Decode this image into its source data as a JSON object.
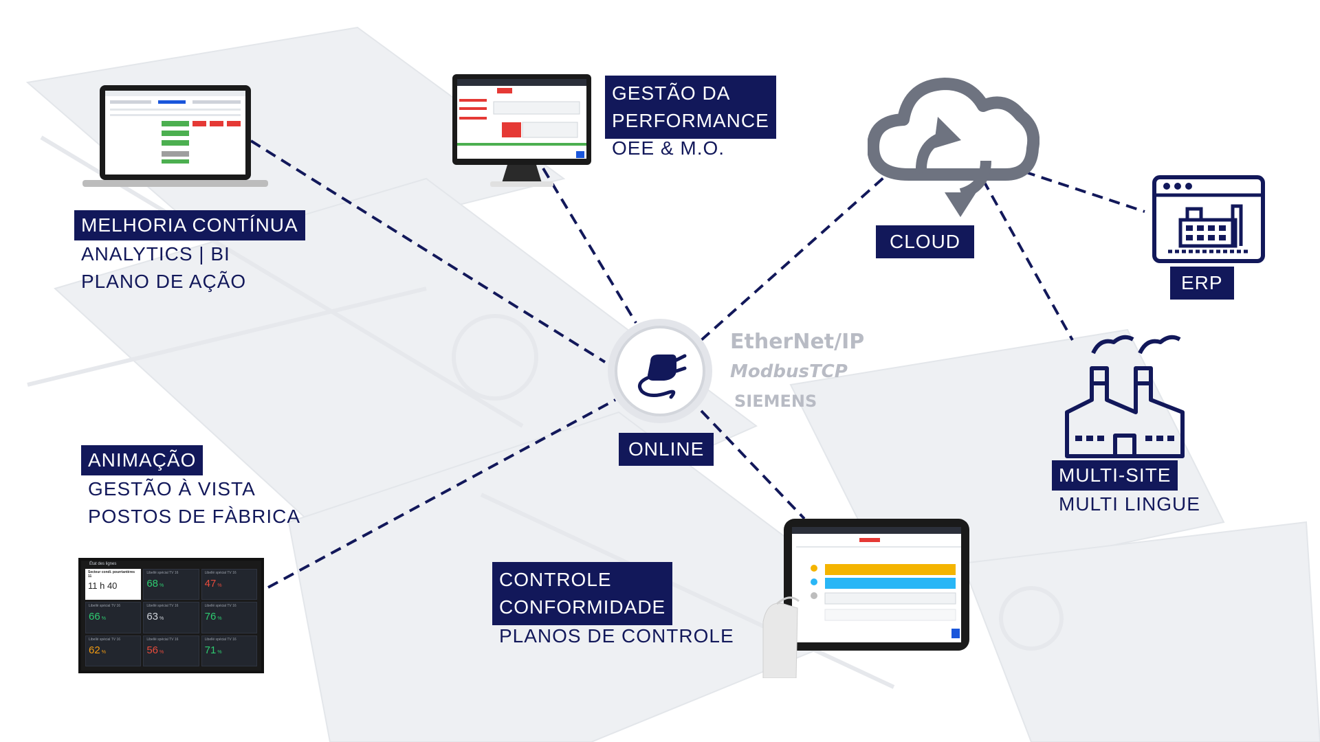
{
  "hub": {
    "label": "ONLINE",
    "icon": "plug-icon"
  },
  "protocols": [
    "EtherNet/IP",
    "ModbusTCP",
    "SIEMENS"
  ],
  "nodes": {
    "melhoria": {
      "title": "MELHORIA CONTÍNUA",
      "lines": [
        "ANALYTICS | BI",
        "PLANO DE AÇÃO"
      ]
    },
    "gestao": {
      "title_lines": [
        "GESTÃO DA",
        "PERFORMANCE"
      ],
      "sub": "OEE & M.O."
    },
    "cloud": {
      "title": "CLOUD",
      "icon": "cloud-sync-icon"
    },
    "erp": {
      "title": "ERP",
      "icon": "factory-window-icon"
    },
    "multisite": {
      "title": "MULTI-SITE",
      "sub": "MULTI LINGUE",
      "icon": "factory-icon"
    },
    "animacao": {
      "title": "ANIMAÇÃO",
      "lines": [
        "GESTÃO À VISTA",
        "POSTOS DE FÀBRICA"
      ]
    },
    "controle": {
      "title_lines": [
        "CONTROLE",
        "CONFORMIDADE"
      ],
      "sub": "PLANOS DE CONTROLE"
    }
  },
  "tv_dashboard": {
    "header": "État des lignes",
    "featured": {
      "title": "Secteur condi. pourriantères 11",
      "time": "11 h 40"
    },
    "unit": "%",
    "tiles": [
      {
        "label": "Libellé spécial TV 16",
        "value": "68",
        "color": "#2ecc71"
      },
      {
        "label": "Libellé spécial TV 16",
        "value": "47",
        "color": "#e74c3c"
      },
      {
        "label": "Libellé spécial TV 16",
        "value": "66",
        "color": "#2ecc71"
      },
      {
        "label": "Libellé spécial TV 16",
        "value": "63",
        "color": "#cfd3da"
      },
      {
        "label": "Libellé spécial TV 16",
        "value": "76",
        "color": "#2ecc71"
      },
      {
        "label": "Libellé spécial TV 16",
        "value": "62",
        "color": "#f39c12"
      },
      {
        "label": "Libellé spécial TV 16",
        "value": "56",
        "color": "#e74c3c"
      },
      {
        "label": "Libellé spécial TV 16",
        "value": "71",
        "color": "#2ecc71"
      }
    ]
  },
  "colors": {
    "navy": "#12185a",
    "dashed": "#12185a",
    "gray_icon": "#6e7380",
    "accent_blue": "#1a56db"
  }
}
